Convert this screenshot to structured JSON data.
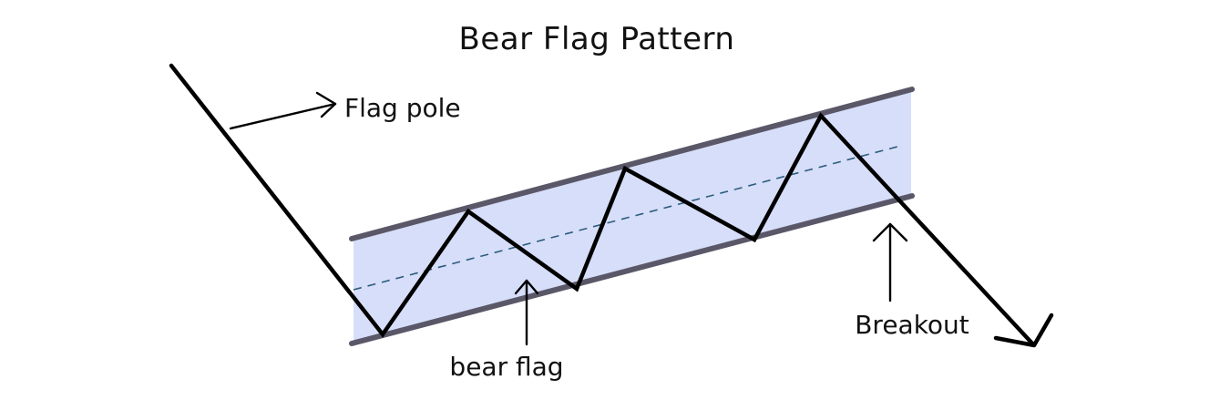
{
  "title": "Bear Flag Pattern",
  "labels": {
    "flag_pole": "Flag pole",
    "bear_flag": "bear flag",
    "breakout": "Breakout"
  },
  "colors": {
    "channel_fill": "#d7defa",
    "channel_border": "#5a5868",
    "price_line": "#000000",
    "midline": "#2c5d7c",
    "text": "#111111"
  }
}
